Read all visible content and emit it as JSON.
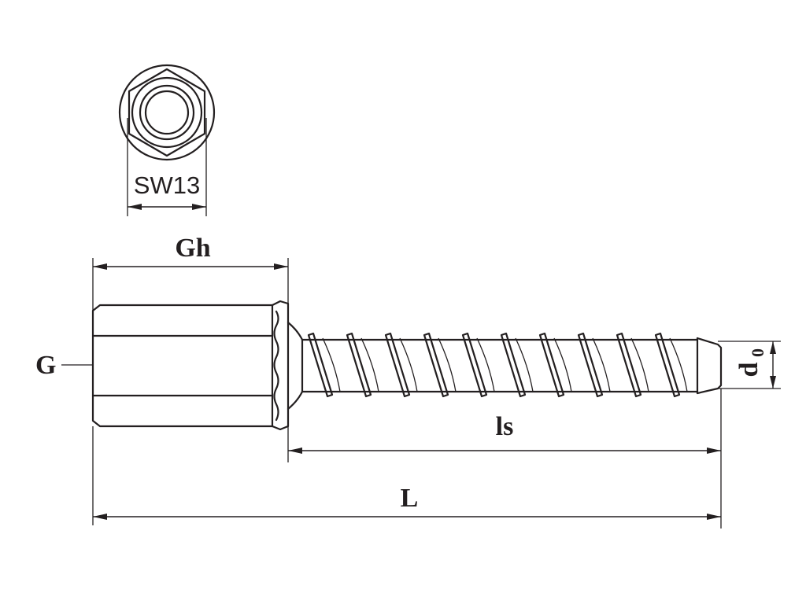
{
  "labels": {
    "wrench_size": "SW13",
    "hex_length": "Gh",
    "thread": "G",
    "screw_length": "ls",
    "total_length": "L",
    "drill_diameter": "d",
    "drill_diameter_sub": "0"
  }
}
